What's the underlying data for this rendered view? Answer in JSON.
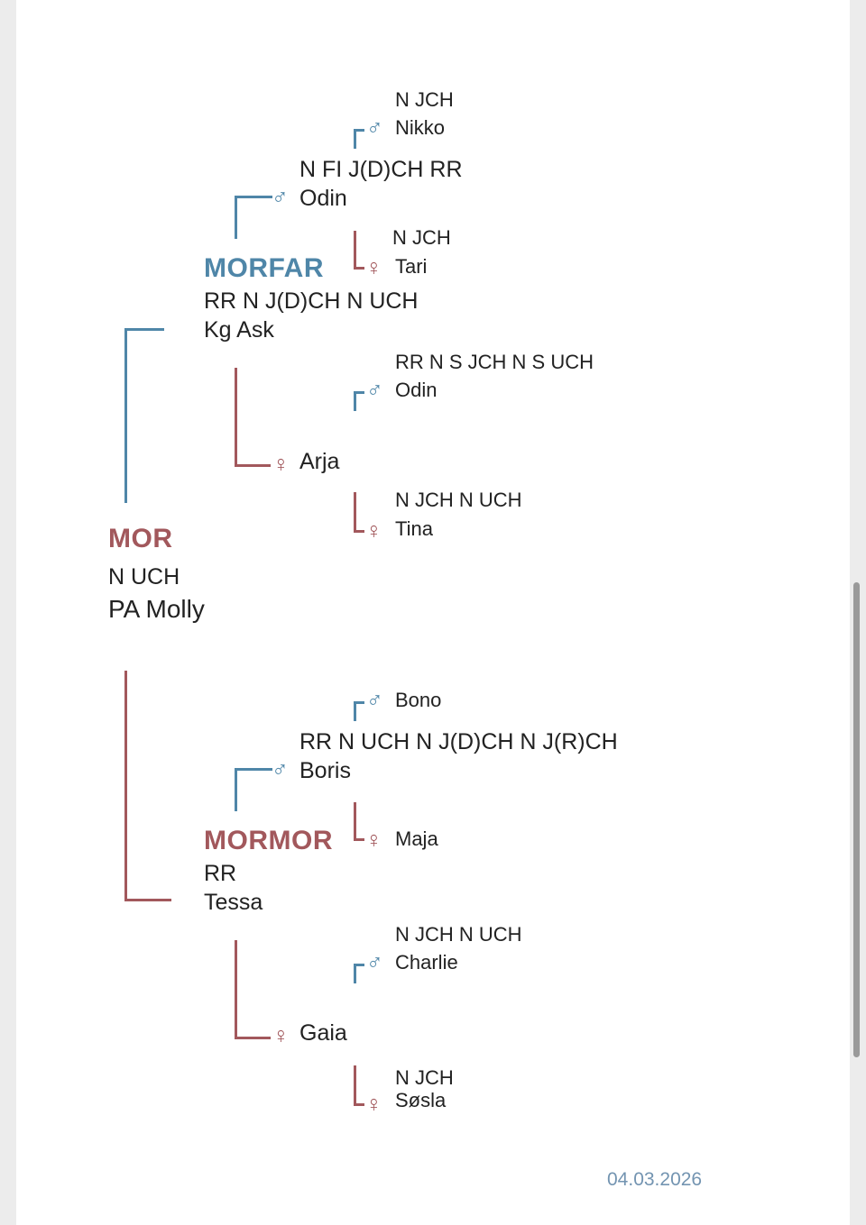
{
  "mother": {
    "role": "MOR",
    "title": "N UCH",
    "name": "PA Molly",
    "morfar": {
      "role": "MORFAR",
      "title": "RR N J(D)CH N UCH",
      "name": "Kg Ask",
      "father": {
        "title": "N FI J(D)CH RR",
        "name": "Odin",
        "father": {
          "title": "N JCH",
          "name": "Nikko"
        },
        "mother": {
          "title": "N JCH",
          "name": "Tari"
        }
      },
      "mother": {
        "name": "Arja",
        "father": {
          "title": "RR N S JCH N S UCH",
          "name": "Odin"
        },
        "mother": {
          "title": "N JCH N UCH",
          "name": "Tina"
        }
      }
    },
    "mormor": {
      "role": "MORMOR",
      "title": "RR",
      "name": "Tessa",
      "father": {
        "title": "RR N UCH N J(D)CH N J(R)CH",
        "name": "Boris",
        "father": {
          "name": "Bono"
        },
        "mother": {
          "name": "Maja"
        }
      },
      "mother": {
        "name": "Gaia",
        "father": {
          "title": "N JCH N UCH",
          "name": "Charlie"
        },
        "mother": {
          "title": "N JCH",
          "name": "Søsla"
        }
      }
    }
  },
  "symbols": {
    "male": "♂",
    "female": "♀"
  },
  "date": "04.03.2026",
  "colors": {
    "male": "#4f86a8",
    "female": "#a2585c",
    "date": "#7394b1"
  }
}
